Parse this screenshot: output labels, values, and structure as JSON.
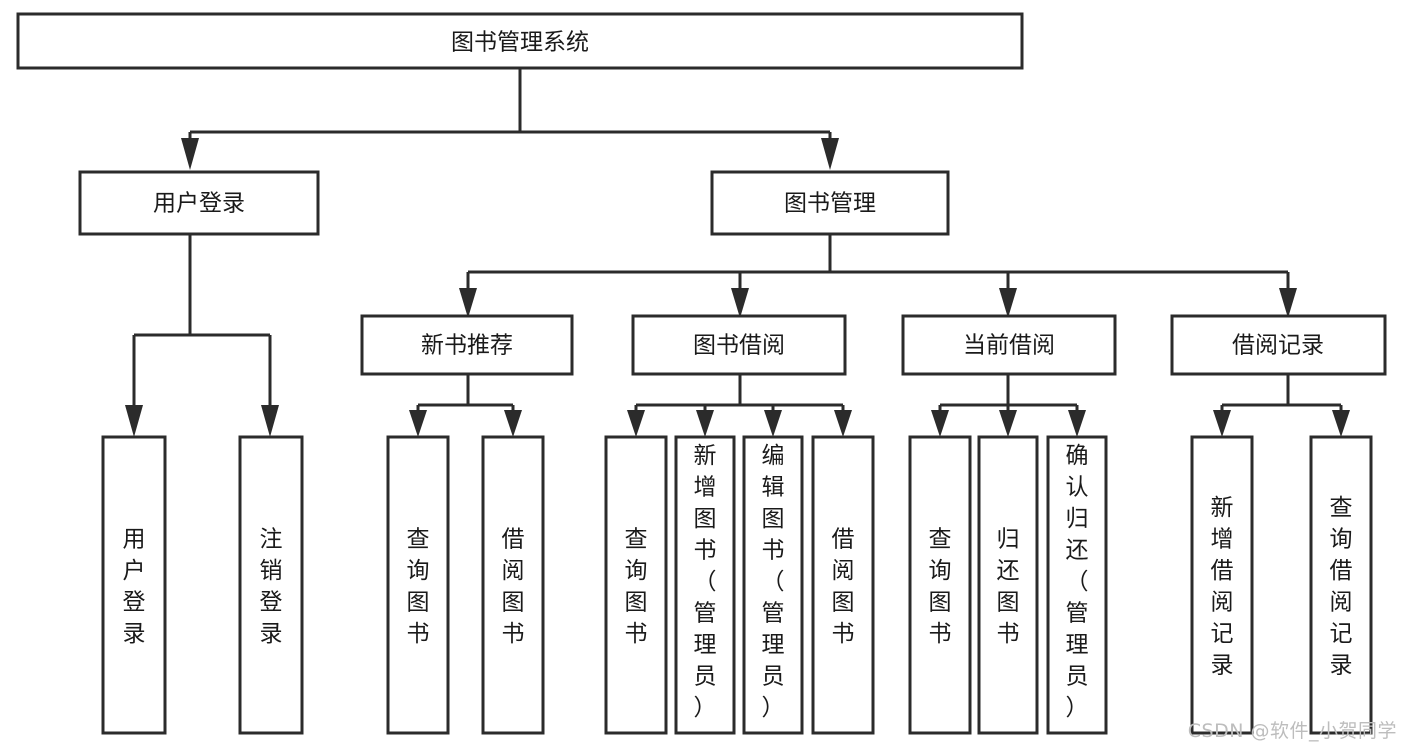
{
  "diagram": {
    "title": "图书管理系统",
    "type": "hierarchy-tree",
    "root": {
      "id": "root",
      "label": "图书管理系统",
      "orientation": "horizontal"
    },
    "level1": [
      {
        "id": "user-login",
        "label": "用户登录",
        "orientation": "horizontal"
      },
      {
        "id": "book-manage",
        "label": "图书管理",
        "orientation": "horizontal"
      }
    ],
    "level2": [
      {
        "id": "new-book-recommend",
        "label": "新书推荐",
        "parent": "book-manage",
        "orientation": "horizontal"
      },
      {
        "id": "book-borrow",
        "label": "图书借阅",
        "parent": "book-manage",
        "orientation": "horizontal"
      },
      {
        "id": "current-borrow",
        "label": "当前借阅",
        "parent": "book-manage",
        "orientation": "horizontal"
      },
      {
        "id": "borrow-record",
        "label": "借阅记录",
        "parent": "book-manage",
        "orientation": "horizontal"
      }
    ],
    "leaves": [
      {
        "id": "leaf-user-login",
        "label": "用户登录",
        "parent": "user-login",
        "orientation": "vertical",
        "align": "center"
      },
      {
        "id": "leaf-logout",
        "label": "注销登录",
        "parent": "user-login",
        "orientation": "vertical",
        "align": "center"
      },
      {
        "id": "leaf-query-book-1",
        "label": "查询图书",
        "parent": "new-book-recommend",
        "orientation": "vertical",
        "align": "center"
      },
      {
        "id": "leaf-borrow-book-1",
        "label": "借阅图书",
        "parent": "new-book-recommend",
        "orientation": "vertical",
        "align": "center"
      },
      {
        "id": "leaf-query-book-2",
        "label": "查询图书",
        "parent": "book-borrow",
        "orientation": "vertical",
        "align": "center"
      },
      {
        "id": "leaf-add-book",
        "label": "新增图书（管理员）",
        "parent": "book-borrow",
        "orientation": "vertical",
        "align": "top"
      },
      {
        "id": "leaf-edit-book",
        "label": "编辑图书（管理员）",
        "parent": "book-borrow",
        "orientation": "vertical",
        "align": "top"
      },
      {
        "id": "leaf-borrow-book-2",
        "label": "借阅图书",
        "parent": "book-borrow",
        "orientation": "vertical",
        "align": "center"
      },
      {
        "id": "leaf-query-book-3",
        "label": "查询图书",
        "parent": "current-borrow",
        "orientation": "vertical",
        "align": "center"
      },
      {
        "id": "leaf-return-book",
        "label": "归还图书",
        "parent": "current-borrow",
        "orientation": "vertical",
        "align": "center"
      },
      {
        "id": "leaf-confirm-return",
        "label": "确认归还（管理员）",
        "parent": "current-borrow",
        "orientation": "vertical",
        "align": "top"
      },
      {
        "id": "leaf-add-record",
        "label": "新增借阅记录",
        "parent": "borrow-record",
        "orientation": "vertical",
        "align": "center"
      },
      {
        "id": "leaf-query-record",
        "label": "查询借阅记录",
        "parent": "borrow-record",
        "orientation": "vertical",
        "align": "center"
      }
    ],
    "colors": {
      "stroke": "#2b2b2b",
      "fill": "#ffffff",
      "text": "#1a1a1a",
      "watermark": "#bdbdbd",
      "background": "#ffffff"
    }
  },
  "watermark": {
    "text": "CSDN @软件_小贺同学"
  }
}
